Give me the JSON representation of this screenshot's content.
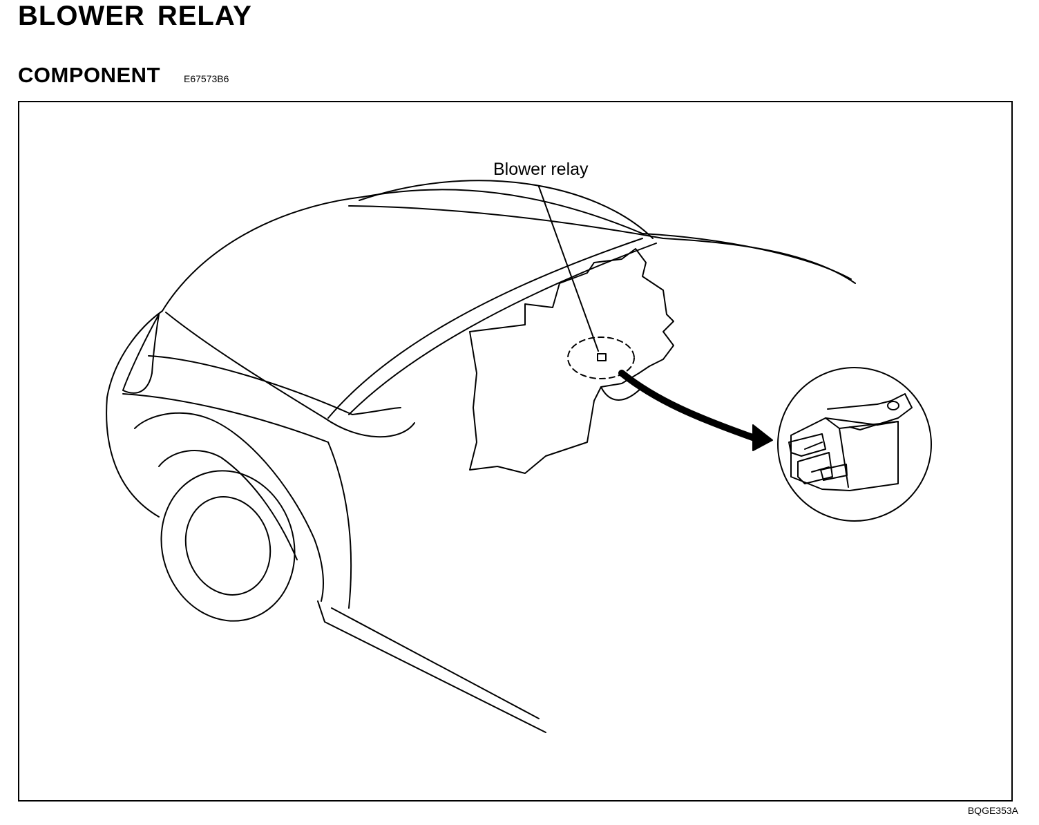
{
  "header": {
    "title": "BLOWER RELAY"
  },
  "section": {
    "title": "COMPONENT",
    "code": "E67573B6"
  },
  "figure": {
    "callout_label": "Blower relay",
    "figure_code": "BQGE353A"
  }
}
